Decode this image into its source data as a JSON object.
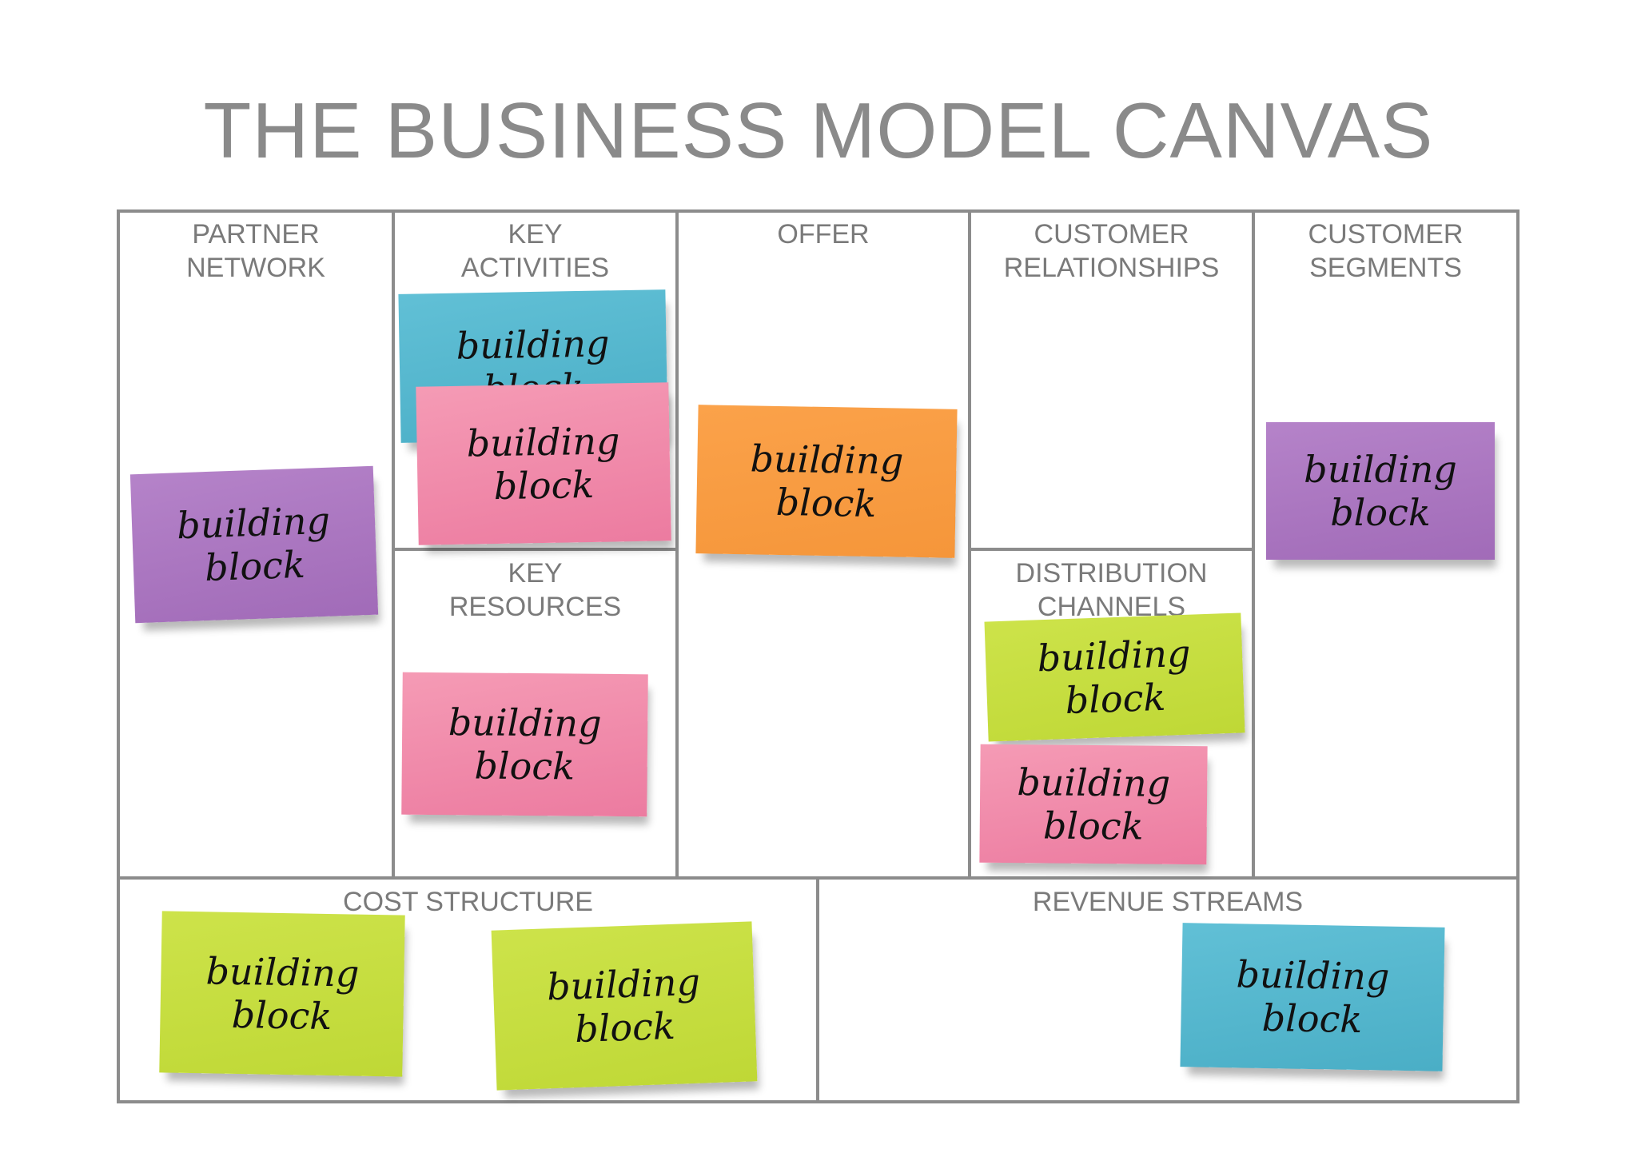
{
  "title": "THE BUSINESS MODEL CANVAS",
  "cells": {
    "partner_network": "PARTNER\nNETWORK",
    "key_activities": "KEY\nACTIVITIES",
    "offer": "OFFER",
    "customer_relationships": "CUSTOMER\nRELATIONSHIPS",
    "customer_segments": "CUSTOMER\nSEGMENTS",
    "key_resources": "KEY\nRESOURCES",
    "distribution_channels": "DISTRIBUTION\nCHANNELS",
    "cost_structure": "COST STRUCTURE",
    "revenue_streams": "REVENUE STREAMS"
  },
  "note_text": "building\nblock",
  "note_colors": {
    "purple": "#a16bb8",
    "blue": "#4aaec6",
    "pink": "#ec7ba0",
    "orange": "#f5963a",
    "green": "#bfd836"
  }
}
